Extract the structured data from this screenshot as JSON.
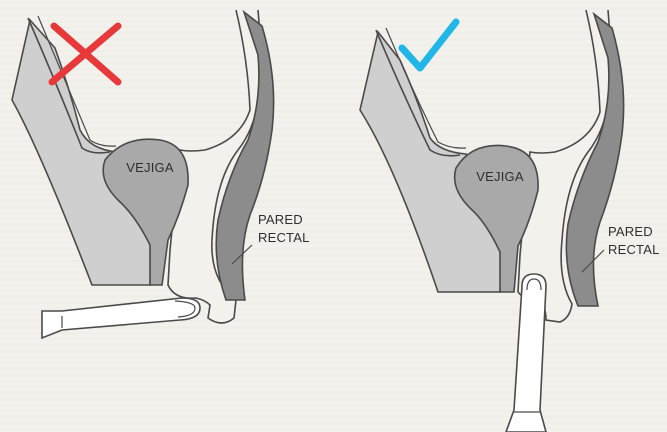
{
  "panels": [
    {
      "verdict": "incorrect",
      "mark_icon": "cross-icon",
      "mark_color": "#e8393a",
      "labels": {
        "organ": "VEJIGA",
        "wall_line1": "PARED",
        "wall_line2": "RECTAL"
      }
    },
    {
      "verdict": "correct",
      "mark_icon": "checkmark-icon",
      "mark_color": "#20b6e8",
      "labels": {
        "organ": "VEJIGA",
        "wall_line1": "PARED",
        "wall_line2": "RECTAL"
      }
    }
  ],
  "colors": {
    "background": "#f3f1ec",
    "light_tissue": "#cfcfcf",
    "mid_tissue": "#a9a9a9",
    "dark_tissue": "#8c8c8c",
    "outline": "#4a4a4a",
    "applicator_fill": "#ffffff"
  }
}
